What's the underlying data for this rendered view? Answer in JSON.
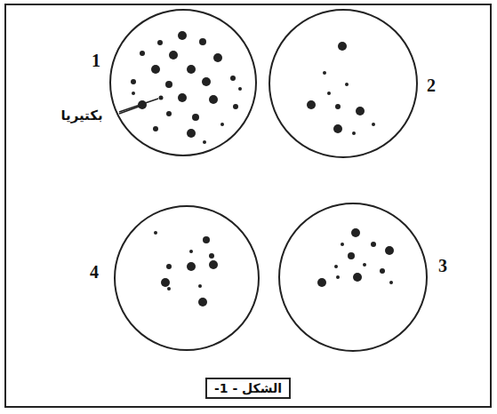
{
  "diagram": {
    "caption": "الشكل - 1-",
    "labels": [
      "1",
      "2",
      "بكتيريا",
      "4",
      "3"
    ]
  }
}
